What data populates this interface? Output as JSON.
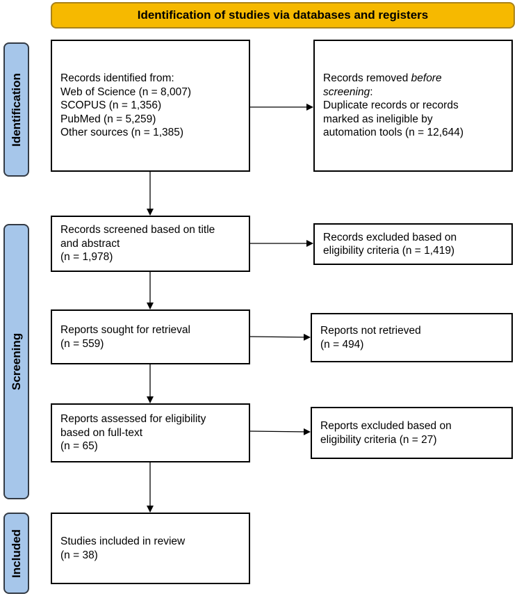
{
  "header": {
    "title": "Identification of studies via databases and registers"
  },
  "phases": {
    "identification": "Identification",
    "screening": "Screening",
    "included": "Included"
  },
  "boxes": {
    "records_identified": {
      "heading": "Records identified from:",
      "lines": [
        "Web of Science (n = 8,007)",
        "SCOPUS (n = 1,356)",
        "PubMed (n = 5,259)",
        "Other sources (n = 1,385)"
      ]
    },
    "records_removed": {
      "line1_prefix": "Records removed ",
      "line1_italic": "before",
      "line2_italic": "screening",
      "line2_suffix": ":",
      "lines": [
        "Duplicate records or records",
        "marked as ineligible by",
        "automation tools (n = 12,644)"
      ]
    },
    "records_screened": {
      "lines": [
        "Records screened based on title",
        "and abstract",
        "(n = 1,978)"
      ]
    },
    "records_excluded": {
      "lines": [
        "Records excluded based on",
        "eligibility criteria (n = 1,419)"
      ]
    },
    "reports_sought": {
      "lines": [
        "Reports sought for retrieval",
        "(n = 559)"
      ]
    },
    "reports_not_retrieved": {
      "lines": [
        "Reports not retrieved",
        "(n = 494)"
      ]
    },
    "reports_assessed": {
      "lines": [
        "Reports assessed for eligibility",
        "based on full-text",
        "(n = 65)"
      ]
    },
    "reports_excluded": {
      "lines": [
        "Reports excluded based on",
        "eligibility criteria (n = 27)"
      ]
    },
    "studies_included": {
      "lines": [
        "Studies included in review",
        "(n = 38)"
      ]
    }
  },
  "colors": {
    "banner": "#f6b900",
    "side": "#a6c6ea"
  }
}
